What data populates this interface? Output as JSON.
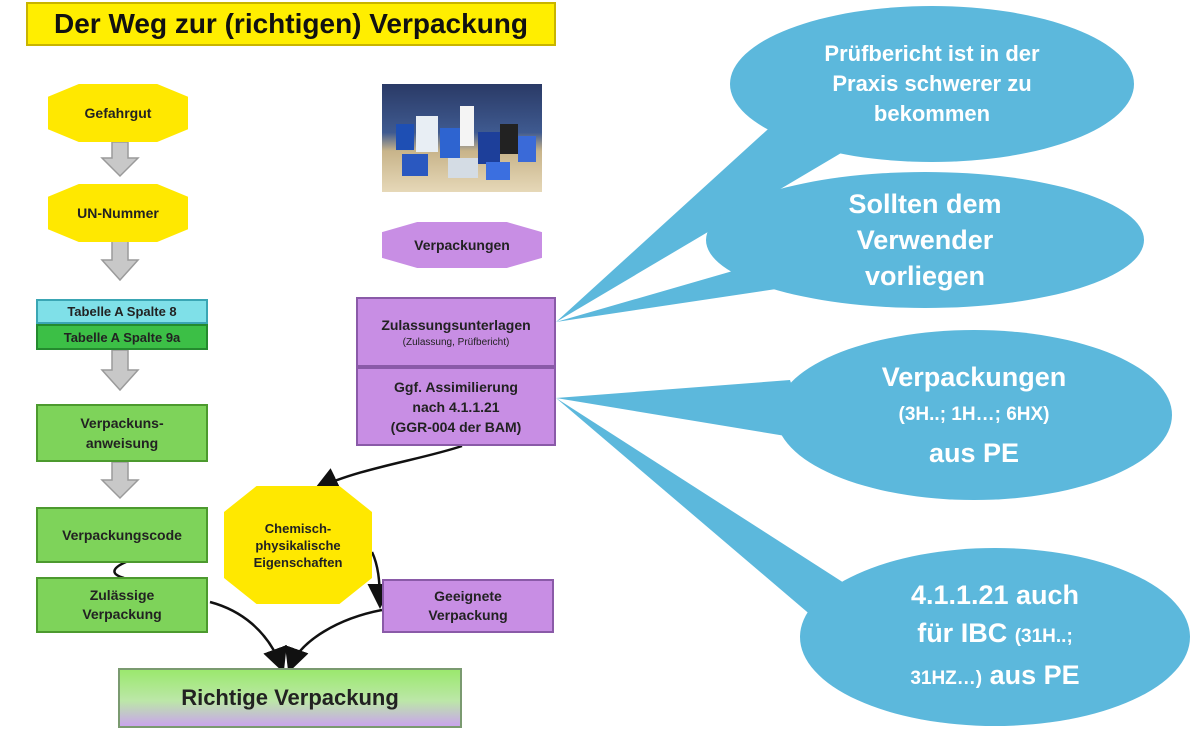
{
  "title": "Der Weg zur (richtigen) Verpackung",
  "left_chain": {
    "gefahrgut": "Gefahrgut",
    "un_nummer": "UN-Nummer",
    "tabelle_8": "Tabelle A Spalte 8",
    "tabelle_9a": "Tabelle A Spalte 9a",
    "verpackungsanweisung_1": "Verpackuns-",
    "verpackungsanweisung_2": "anweisung",
    "verpackungscode": "Verpackungscode",
    "zulaessige_1": "Zulässige",
    "zulaessige_2": "Verpackung"
  },
  "middle": {
    "verpackungen": "Verpackungen",
    "zulassung_title": "Zulassungsunterlagen",
    "zulassung_sub": "(Zulassung, Prüfbericht)",
    "assim_1": "Ggf. Assimilierung",
    "assim_2": "nach 4.1.1.21",
    "assim_3": "(GGR-004 der BAM)",
    "chem_1": "Chemisch-",
    "chem_2": "physikalische",
    "chem_3": "Eigenschaften",
    "geeignete_1": "Geeignete",
    "geeignete_2": "Verpackung"
  },
  "result": "Richtige Verpackung",
  "bubbles": {
    "b1_line1": "Prüfbericht ist in der",
    "b1_line2": "Praxis schwerer zu",
    "b1_line3": "bekommen",
    "b2_line1": "Sollten dem",
    "b2_line2": "Verwender",
    "b2_line3": "vorliegen",
    "b3_line1": "Verpackungen",
    "b3_line2": "(3H..; 1H…; 6HX)",
    "b3_line3": "aus PE",
    "b4_line1": "4.1.1.21 auch",
    "b4_line2a": "für IBC",
    "b4_line2b": "(31H..;",
    "b4_line3a": "31HZ…)",
    "b4_line3b": "aus PE"
  },
  "colors": {
    "title_yellow": "#ffee00",
    "octagon_yellow": "#ffe800",
    "green_box": "#7ed35a",
    "purple_box": "#c88ee4",
    "bubble_blue": "#5cb8dc",
    "arrow_gray": "#c8c8c8"
  }
}
